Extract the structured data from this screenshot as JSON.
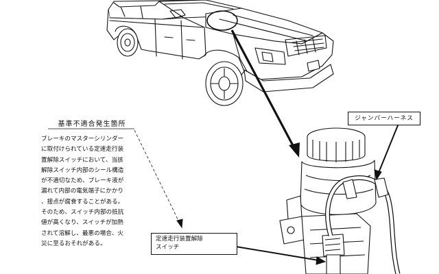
{
  "callout": {
    "title": "基準不適合発生箇所",
    "lines": [
      "ブレーキのマスターシリンダー",
      "に取付けられている定速走行装",
      "置解除スイッチにおいて、当該",
      "解除スイッチ内部のシール構造",
      "が不適切なため、ブレーキ液が",
      "漏れて内部の電気端子にかかり",
      "、接点が腐食することがある。",
      "そのため、スイッチ内部の抵抗",
      "値が高くなり、スイッチが加熱",
      "されて溶解し、最悪の場合、火",
      "災に至るおそれがある。"
    ]
  },
  "labels": {
    "jumper_harness": "ジャンパーハーネス",
    "switch_line1": "定速走行装置解除",
    "switch_line2": "スイッチ"
  }
}
